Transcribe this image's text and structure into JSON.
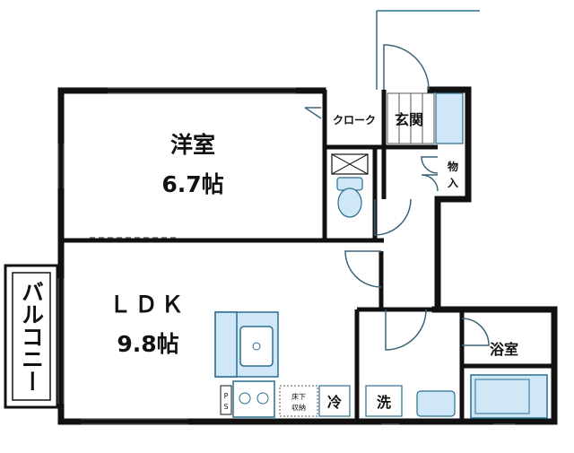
{
  "rooms": {
    "western_room": {
      "name": "洋室",
      "size": "6.7帖"
    },
    "ldk": {
      "name": "ＬＤＫ",
      "size": "9.8帖"
    },
    "closet": "クローク",
    "entrance": "玄関",
    "storage": [
      "物",
      "入"
    ],
    "bathroom": "浴室",
    "balcony": "バルコニー"
  },
  "fixtures": {
    "fridge": "冷",
    "washer": "洗",
    "floor_storage": [
      "床下",
      "収納"
    ],
    "ps": [
      "P",
      "S"
    ]
  },
  "colors": {
    "wall": "#111111",
    "fixture_fill": "#cfe7f7",
    "fixture_stroke": "#2a6e8f",
    "door_line": "#3c6478"
  }
}
